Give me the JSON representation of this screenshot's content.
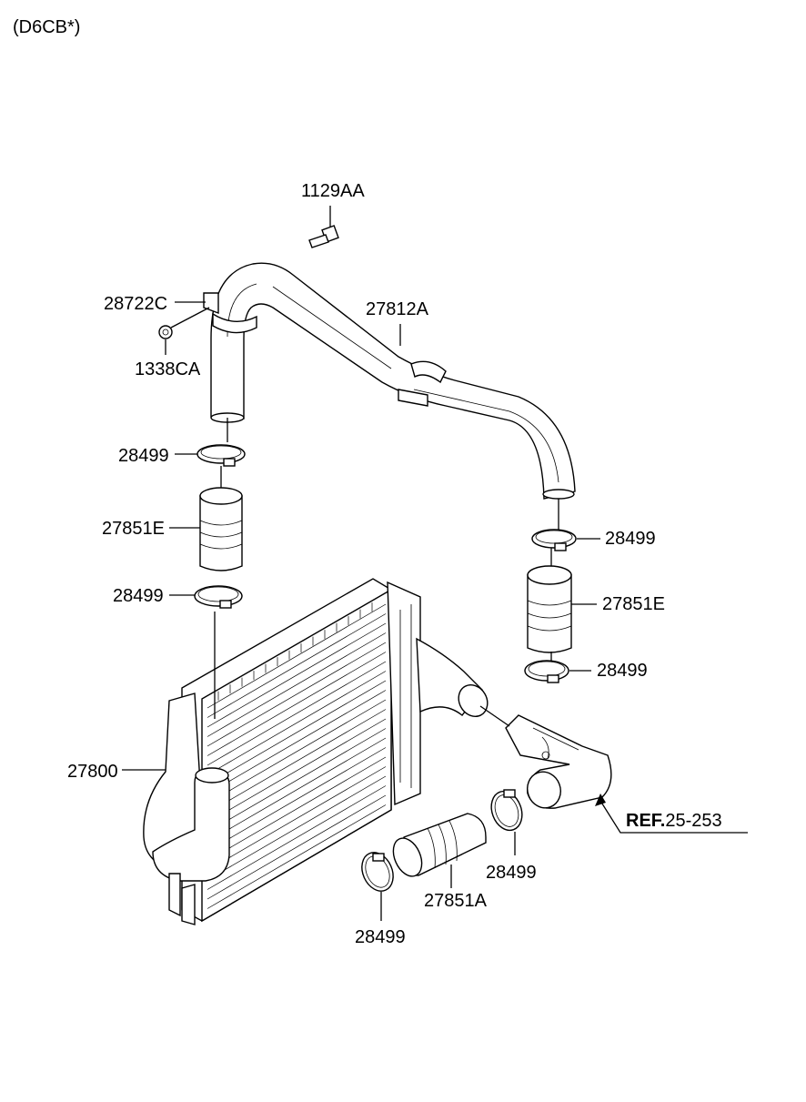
{
  "header": {
    "variant": "(D6CB*)"
  },
  "labels": {
    "bolt": "1129AA",
    "bracket": "28722C",
    "nut": "1338CA",
    "pipe": "27812A",
    "clamp_1": "28499",
    "hose_left": "27851E",
    "clamp_2": "28499",
    "intercooler": "27800",
    "clamp_3": "28499",
    "hose_right": "27851E",
    "clamp_4": "28499",
    "ref_bold": "REF.",
    "ref_num": "25-253",
    "clamp_5": "28499",
    "hose_bottom": "27851A",
    "clamp_6": "28499"
  }
}
